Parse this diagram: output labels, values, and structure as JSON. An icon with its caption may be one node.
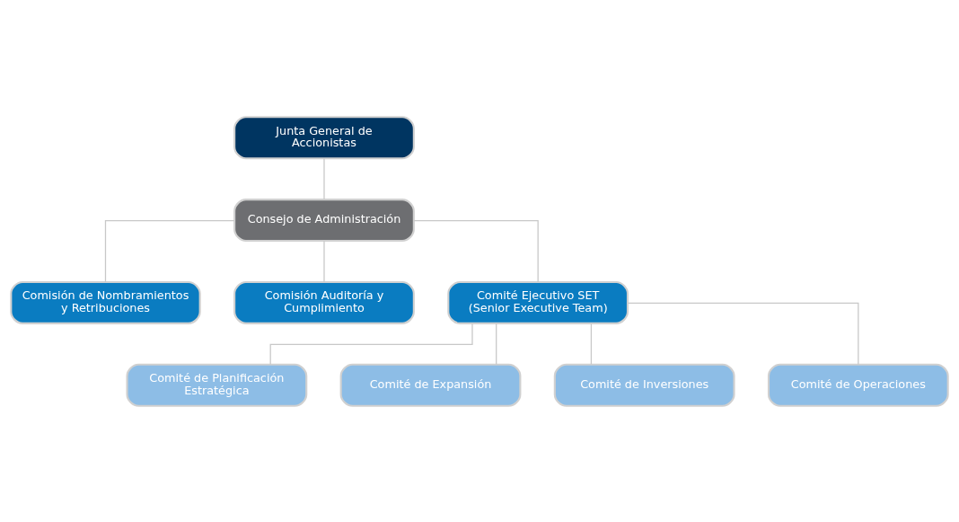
{
  "diagram": {
    "nodes": [
      {
        "text": [
          "Junta General de Accionistas"
        ]
      },
      {
        "text": [
          "Consejo de Administración"
        ]
      },
      {
        "text": [
          "Comisión de Nombramientos y Retribuciones"
        ]
      },
      {
        "text": [
          "Comisión Auditoría y Cumplimiento"
        ]
      },
      {
        "text": [
          "Comité Ejecutivo SET (Senior Executive Team)"
        ]
      },
      {
        "text": [
          "Comité de Planificación Estratégica"
        ]
      },
      {
        "text": [
          "Comité de Expansión"
        ]
      },
      {
        "text": [
          "Comité de Inversiones"
        ]
      },
      {
        "text": [
          "Comité de Operaciones"
        ]
      }
    ],
    "edges": [
      {
        "from": 0,
        "to": 1,
        "arrow": "none"
      },
      {
        "from": 1,
        "to": 2,
        "arrow": "none"
      },
      {
        "from": 1,
        "to": 3,
        "arrow": "none"
      },
      {
        "from": 1,
        "to": 4,
        "arrow": "none"
      },
      {
        "from": 4,
        "to": 5,
        "arrow": "none"
      },
      {
        "from": 4,
        "to": 6,
        "arrow": "none"
      },
      {
        "from": 4,
        "to": 7,
        "arrow": "none"
      },
      {
        "from": 4,
        "to": 8,
        "arrow": "none"
      }
    ]
  }
}
